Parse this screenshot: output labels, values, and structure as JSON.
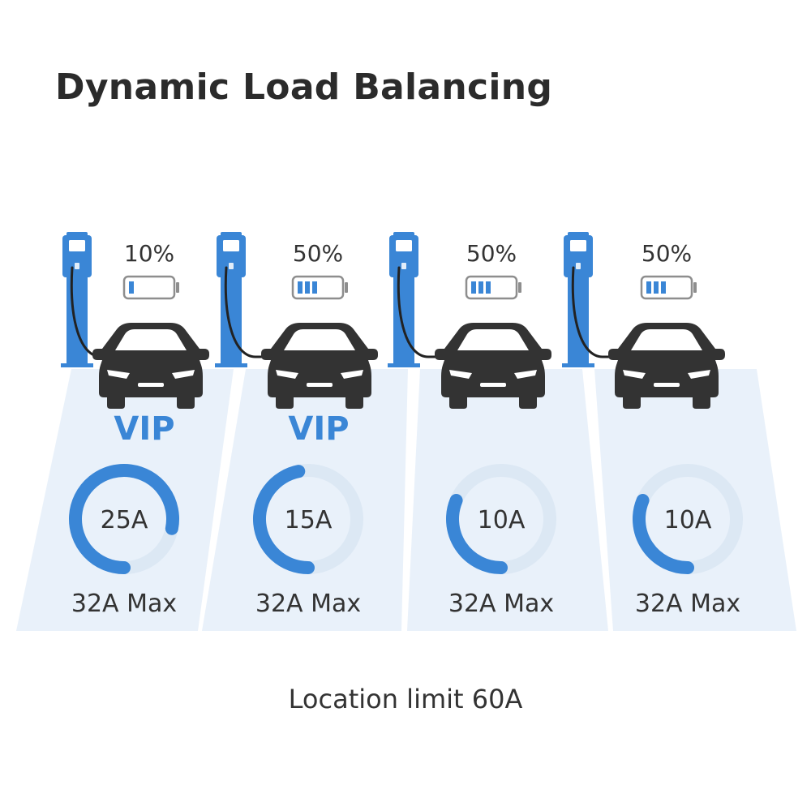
{
  "title": "Dynamic Load Balancing",
  "footer": "Location limit 60A",
  "colors": {
    "accent": "#3a86d6",
    "track": "#dce8f4",
    "lot": "#e9f1fa",
    "car": "#333333",
    "text": "#333333",
    "battery_frame": "#8e8e8e"
  },
  "stations": [
    {
      "battery_label": "10%",
      "battery_level": 0.1,
      "badge": "VIP",
      "current_label": "25A",
      "current_amps": 25,
      "max_label": "32A Max",
      "max_amps": 32
    },
    {
      "battery_label": "50%",
      "battery_level": 0.5,
      "badge": "VIP",
      "current_label": "15A",
      "current_amps": 15,
      "max_label": "32A Max",
      "max_amps": 32
    },
    {
      "battery_label": "50%",
      "battery_level": 0.5,
      "badge": "",
      "current_label": "10A",
      "current_amps": 10,
      "max_label": "32A Max",
      "max_amps": 32
    },
    {
      "battery_label": "50%",
      "battery_level": 0.5,
      "badge": "",
      "current_label": "10A",
      "current_amps": 10,
      "max_label": "32A Max",
      "max_amps": 32
    }
  ]
}
